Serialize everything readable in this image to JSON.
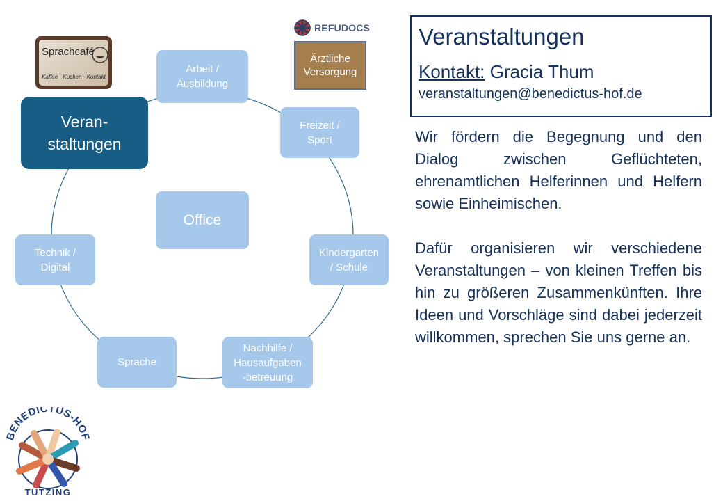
{
  "center_node": {
    "label": "Office"
  },
  "active_node": {
    "label": "Veran-\nstaltungen"
  },
  "ring_nodes": [
    {
      "id": "arbeit",
      "label": "Arbeit /\nAusbildung"
    },
    {
      "id": "freizeit",
      "label": "Freizeit /\nSport"
    },
    {
      "id": "kindergarten",
      "label": "Kindergarten\n/ Schule"
    },
    {
      "id": "nachhilfe",
      "label": "Nachhilfe  /\nHausaufgaben\n-betreuung"
    },
    {
      "id": "sprache",
      "label": "Sprache"
    },
    {
      "id": "technik",
      "label": "Technik /\nDigital"
    }
  ],
  "sprachcafe_logo": {
    "title": "Sprachcafé",
    "tagline": "Kaffee · Kuchen · Kontakt"
  },
  "refudocs": {
    "brand": "REFUDOCS",
    "label": "Ärztliche\nVersorgung"
  },
  "info_box": {
    "title": "Veranstaltungen",
    "contact_label": "Kontakt:",
    "contact_name": "Gracia Thum",
    "email": "veranstaltungen@benedictus-hof.de"
  },
  "description": {
    "paragraph1": "Wir fördern die Begegnung und den Dialog zwischen Geflüchteten, ehrenamtlichen Helferinnen und Helfern sowie Einheimischen.",
    "paragraph2": "Dafür organisieren wir verschiedene Veranstaltungen – von kleinen Treffen bis hin zu größeren Zusammenkünften. Ihre Ideen und Vorschläge sind dabei jederzeit willkommen, sprechen Sie uns gerne an."
  },
  "benedictus_logo": {
    "top_text": "BENEDICTUS-HOF",
    "bottom_text": "TUTZING"
  },
  "colors": {
    "node": "#a6c8ea",
    "active": "#175d86",
    "text_dark": "#16325c",
    "refudocs_box": "#a57e50"
  }
}
